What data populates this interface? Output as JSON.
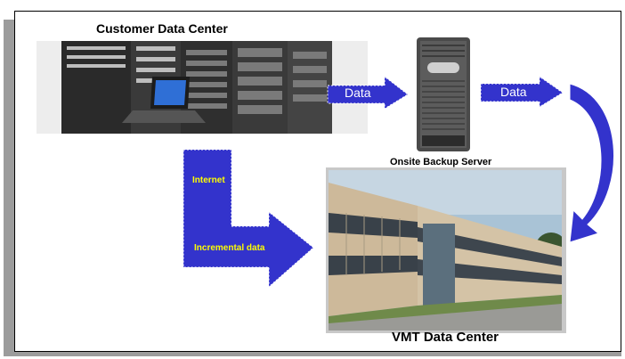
{
  "labels": {
    "customer_dc": "Customer Data Center",
    "onsite_backup": "Onsite Backup Server",
    "vmt_dc": "VMT Data Center",
    "internet": "Internet",
    "incremental": "Incremental data",
    "data_arrow_1": "Data",
    "data_arrow_2": "Data"
  },
  "colors": {
    "arrow_fill": "#3333cc",
    "arrow_text": "#ffff00",
    "data_text": "#ffffff",
    "frame_shadow": "#9c9c9c"
  }
}
